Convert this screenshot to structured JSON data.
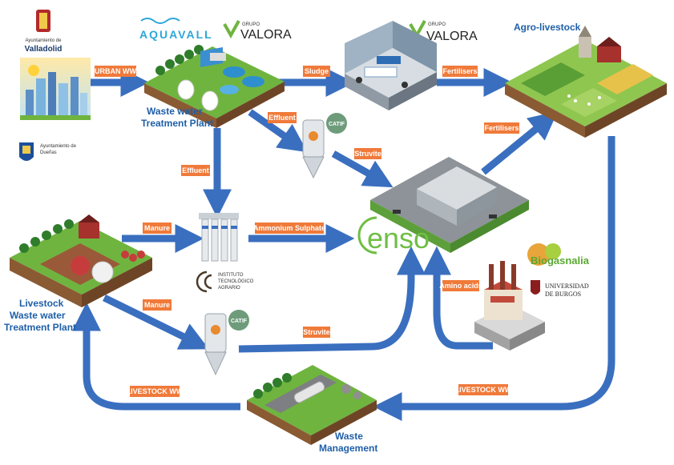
{
  "colors": {
    "arrow": "#3a6fbf",
    "tag": "#f07a3a",
    "node_label": "#1f5fa8",
    "grass": "#6fb43f",
    "soil": "#8a5a33"
  },
  "logos": {
    "valladolid_line1": "Ayuntamiento de",
    "valladolid_line2": "Valladolid",
    "duenas_line1": "Ayuntamiento de",
    "duenas_line2": "Dueñas",
    "aquavall": "AQUAVALL",
    "valora_small_1": "GRUPO",
    "valora_1": "VALORA",
    "valora_small_2": "GRUPO",
    "valora_2": "VALORA",
    "catif_1": "CATIF",
    "catif_2": "CATIF",
    "enso": "enso",
    "biogas": "Biogasnalia",
    "itacyl_1": "INSTITUTO",
    "itacyl_2": "TECNOLÓGICO",
    "itacyl_3": "AGRARIO",
    "ubu_1": "UNIVERSIDAD",
    "ubu_2": "DE BURGOS"
  },
  "nodes": {
    "wwtp_1": "Waste water",
    "wwtp_2": "Treatment Plant",
    "agro": "Agro-livestock",
    "livestock_1": "Livestock",
    "livestock_2": "Waste water",
    "livestock_3": "Treatment Plant",
    "waste_1": "Waste",
    "waste_2": "Management"
  },
  "flows": {
    "urban_ww": "URBAN WW",
    "sludge": "Sludge",
    "fertilisers_1": "Fertilisers",
    "fertilisers_2": "Fertilisers",
    "effluent_1": "Effluent",
    "effluent_2": "Effluent",
    "struvite_1": "Struvite",
    "struvite_2": "Struvite",
    "manure_1": "Manure",
    "manure_2": "Manure",
    "ammonium": "Ammonium Sulphate",
    "amino": "Amino acids",
    "livestock_ww_1": "LIVESTOCK WW",
    "livestock_ww_2": "LIVESTOCK WW"
  }
}
